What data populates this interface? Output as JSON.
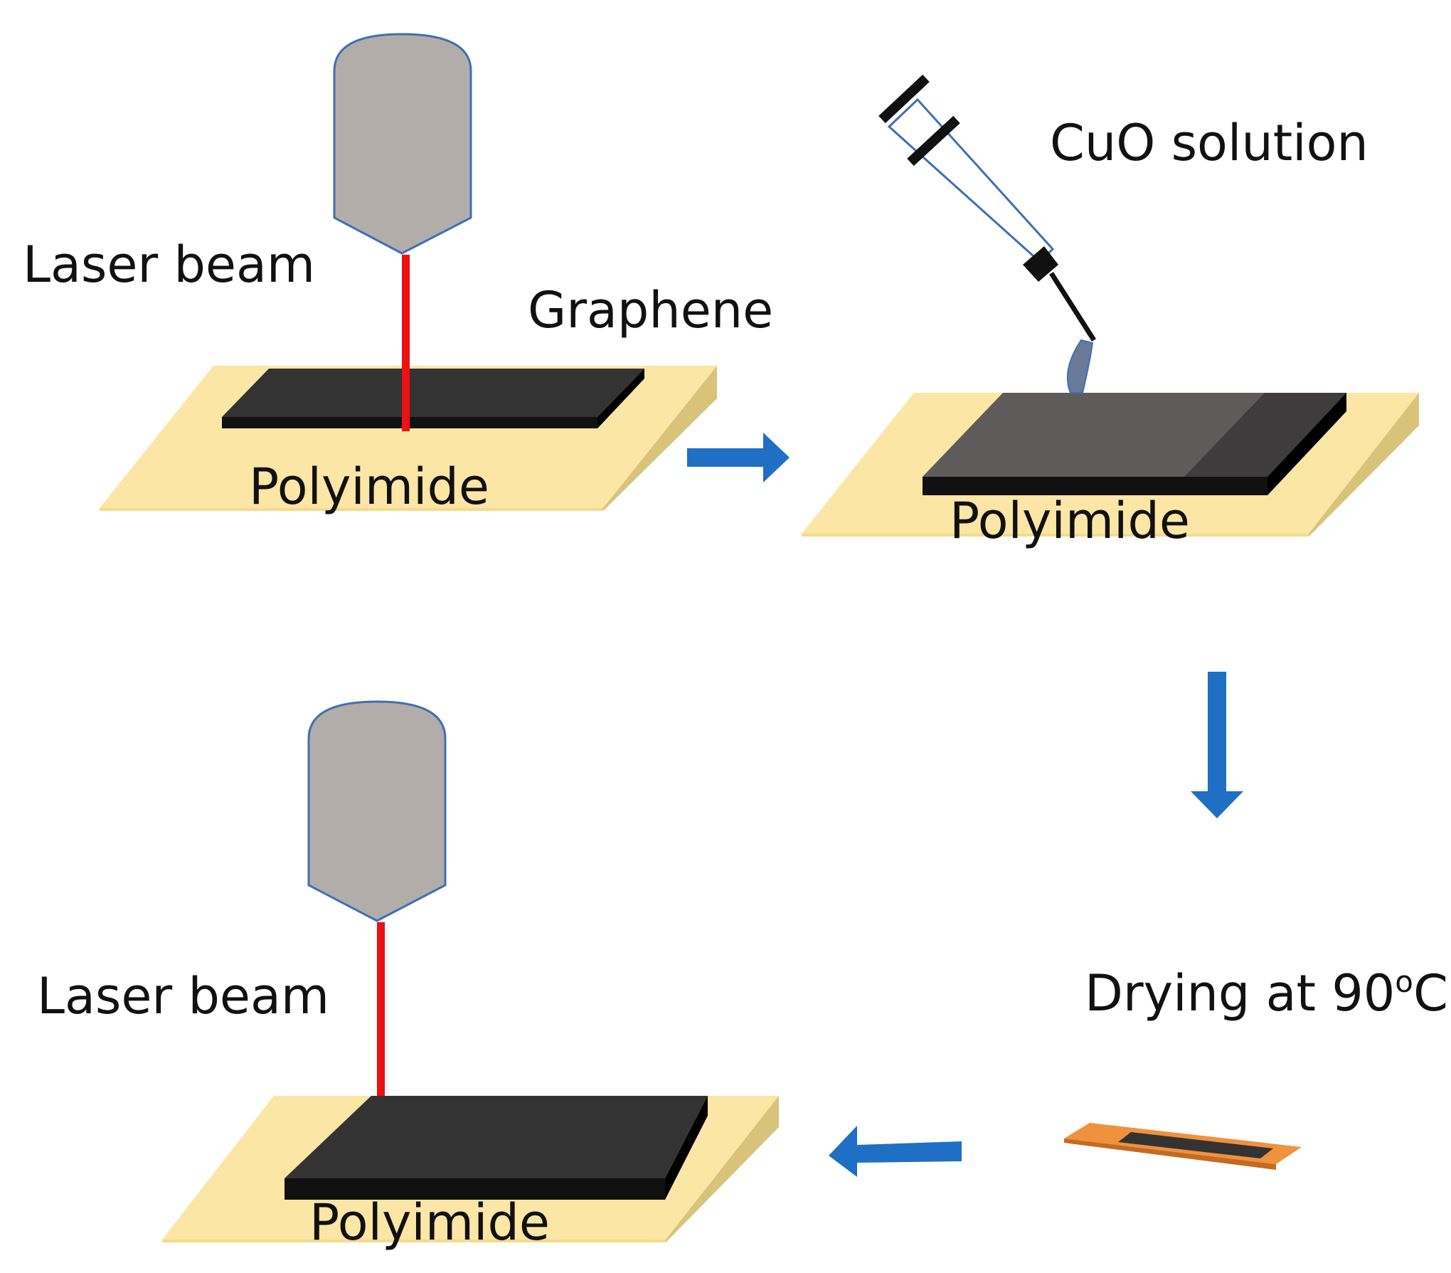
{
  "labels": {
    "laser_beam_top": "Laser beam",
    "graphene": "Graphene",
    "polyimide_1": "Polyimide",
    "cuo_solution": "CuO solution",
    "polyimide_2": "Polyimide",
    "drying": "Drying at 90",
    "drying_degree": "o",
    "drying_unit": "C",
    "laser_beam_bottom": "Laser beam",
    "polyimide_3": "Polyimide"
  },
  "colors": {
    "substrate_top": "#fbe6a6",
    "substrate_side": "#d9c27a",
    "graphene_top": "#333333",
    "graphene_front": "#111111",
    "cuo_top": "#5f5b5b",
    "laser_head": "#b3adaa",
    "laser_head_stroke": "#3f6fb3",
    "laser_beam": "#ee1111",
    "arrow": "#1f6fc4",
    "dried_sample": "#f0913e"
  }
}
